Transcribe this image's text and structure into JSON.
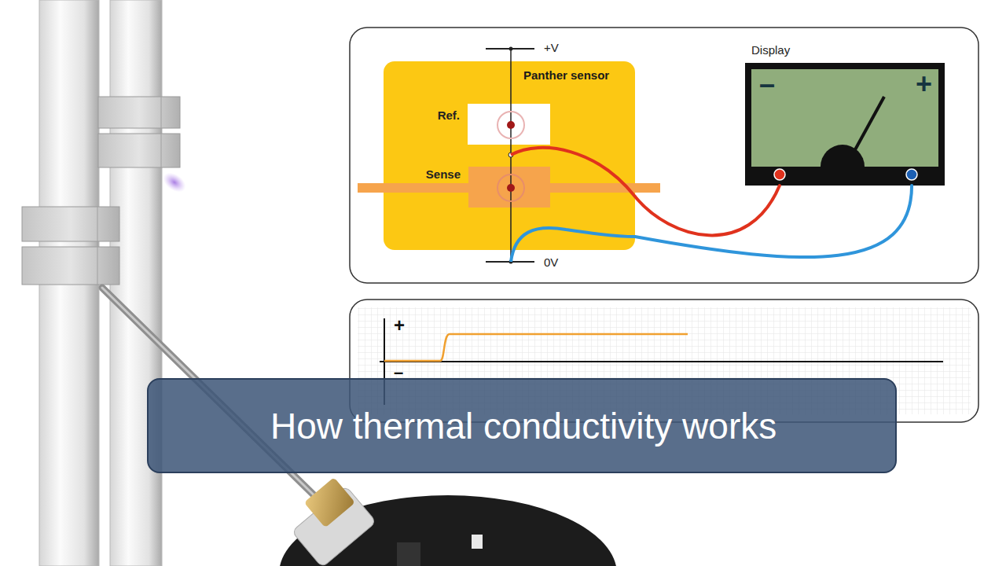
{
  "diagram": {
    "nodes": [
      {
        "text": [
          "Panther sensor"
        ]
      },
      {
        "text": [
          "Ref."
        ],
        "in": 0
      },
      {
        "text": [
          "Sense"
        ],
        "in": 0
      },
      {
        "text": [
          "Display",
          "–",
          "+"
        ]
      },
      {
        "text": [
          "How thermal conductivity works"
        ]
      }
    ],
    "edges": [
      {
        "from": 0,
        "to": 3,
        "arrow": "none"
      },
      {
        "from": 0,
        "to": 3,
        "arrow": "none"
      }
    ],
    "labels": [
      "+V",
      "0V",
      "+",
      "–"
    ]
  }
}
